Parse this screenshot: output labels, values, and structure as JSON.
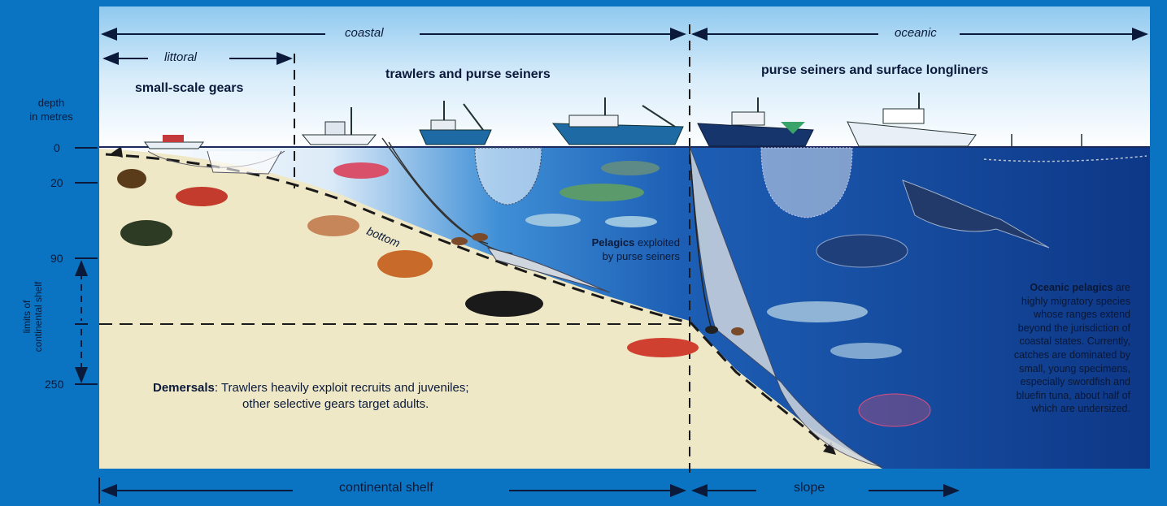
{
  "zones": {
    "coastal": "coastal",
    "oceanic": "oceanic",
    "littoral": "littoral",
    "continental_shelf": "continental shelf",
    "slope": "slope"
  },
  "gear_headings": {
    "small_scale": "small-scale gears",
    "trawlers": "trawlers and purse seiners",
    "oceanic": "purse seiners and surface longliners"
  },
  "depth_axis": {
    "title_line1": "depth",
    "title_line2": "in metres",
    "ticks": [
      "0",
      "20",
      "90",
      "250"
    ],
    "shelf_label_line1": "limits of",
    "shelf_label_line2": "continental shelf"
  },
  "bottom_label": "bottom",
  "pelagics": {
    "bold": "Pelagics",
    "rest1": " exploited",
    "line2": "by purse seiners"
  },
  "demersals": {
    "bold": "Demersals",
    "line1": ": Trawlers heavily exploit recruits and juveniles;",
    "line2": "other selective gears target adults."
  },
  "oceanic_pelagics": {
    "bold": "Oceanic pelagics",
    "line1": " are",
    "lines": [
      "highly migratory species",
      "whose ranges extend",
      "beyond the jurisdiction of",
      "coastal states. Currently,",
      "catches are dominated by",
      "small, young specimens,",
      "especially swordfish and",
      "bluefin tuna, about half of",
      "which are undersized."
    ]
  },
  "colors": {
    "frame": "#0a74c2",
    "sky_top": "#9ccff0",
    "deep_sea": "#0f3c8e",
    "seabed": "#efe8c7"
  }
}
